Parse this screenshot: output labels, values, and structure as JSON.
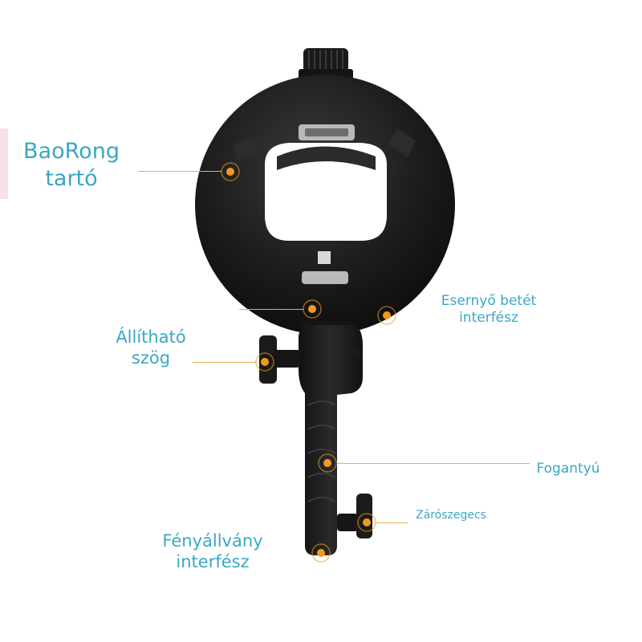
{
  "labels": {
    "holder": [
      "BaoRong",
      "tartó"
    ],
    "umbrella": [
      "Esernyő betét",
      "interfész"
    ],
    "angle": [
      "Állítható",
      "szög"
    ],
    "handle": [
      "Fogantyú"
    ],
    "lock": [
      "Zárószegecs"
    ],
    "stand": [
      "Fényállvány",
      "interfész"
    ]
  },
  "colors": {
    "label_text": "#3aa7c4",
    "leader_line": "#e6b24e",
    "marker": "#f29a1f",
    "bracket_body": "#1d1d1d"
  }
}
